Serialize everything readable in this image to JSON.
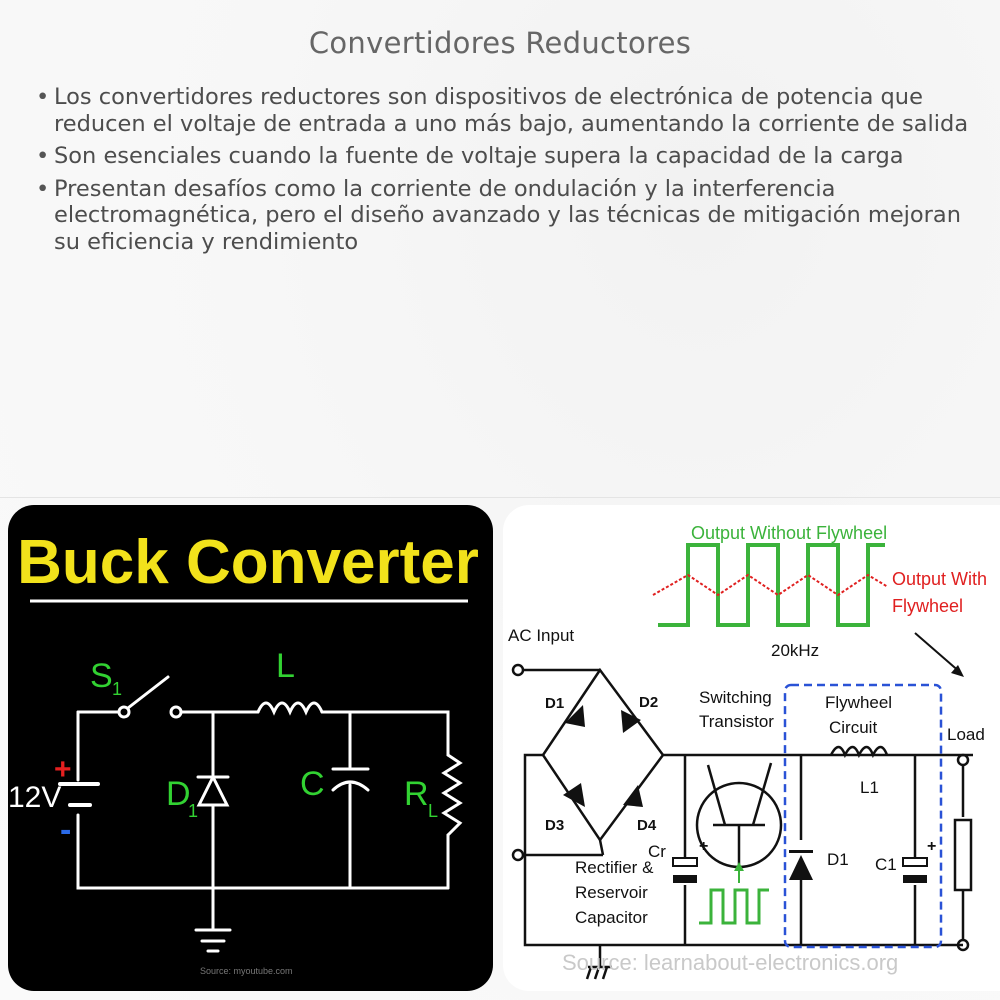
{
  "title": "Convertidores Reductores",
  "bullets": [
    "Los convertidores reductores son dispositivos de electrónica de potencia que reducen el voltaje de entrada a uno más bajo, aumentando la corriente de salida",
    "Son esenciales cuando la fuente de voltaje supera la capacidad de la carga",
    "Presentan desafíos como la corriente de ondulación y la interferencia electromagnética, pero el diseño avanzado y las técnicas de mitigación mejoran su eficiencia y rendimiento"
  ],
  "left_figure": {
    "heading": "Buck Converter",
    "labels": {
      "switch": "S",
      "switch_sub": "1",
      "inductor": "L",
      "diode": "D",
      "diode_sub": "1",
      "capacitor": "C",
      "load": "R",
      "load_sub": "L",
      "voltage": "12V",
      "plus": "+",
      "minus": "-"
    },
    "credit": "Source: myoutube.com"
  },
  "right_figure": {
    "wave_top_label": "Output Without Flywheel",
    "wave_right_label_1": "Output With",
    "wave_right_label_2": "Flywheel",
    "frequency": "20kHz",
    "ac_input": "AC Input",
    "d1": "D1",
    "d2": "D2",
    "d3": "D3",
    "d4": "D4",
    "switching_1": "Switching",
    "switching_2": "Transistor",
    "flywheel_1": "Flywheel",
    "flywheel_2": "Circuit",
    "l1": "L1",
    "load": "Load",
    "cr": "Cr",
    "diode_out": "D1",
    "c1": "C1",
    "rectifier_1": "Rectifier &",
    "rectifier_2": "Reservoir",
    "rectifier_3": "Capacitor",
    "plus": "+",
    "credit": "Source: learnabout-electronics.org",
    "colors": {
      "green": "#3bb33b",
      "red": "#e02020",
      "blue": "#2a52d6"
    }
  }
}
